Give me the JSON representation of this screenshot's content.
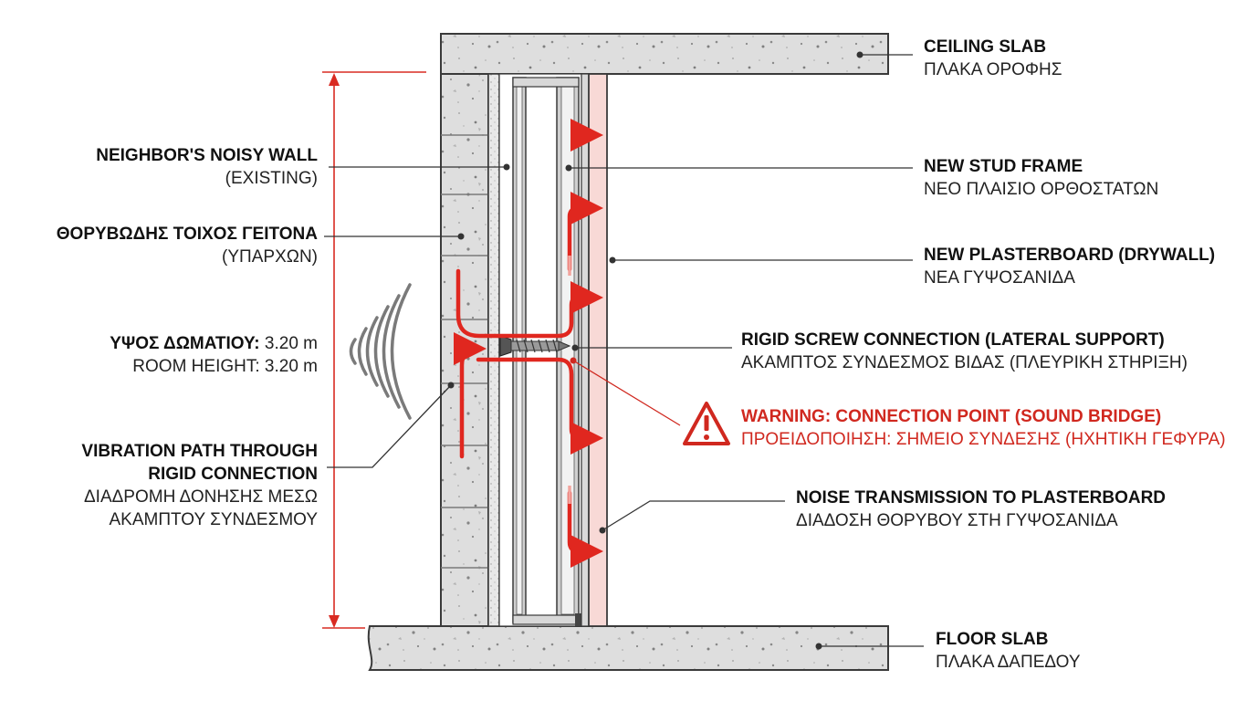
{
  "colors": {
    "concrete": "#dcdcdc",
    "concrete_dark": "#9a9a9a",
    "outline": "#3a3a3a",
    "stud": "#cfcfcf",
    "drywall": "#f7d6d2",
    "vibration_red": "#e0271f",
    "dimension_red": "#d92b22",
    "warning_red": "#d0281f"
  },
  "labels": {
    "ceiling_slab": {
      "en": "CEILING SLAB",
      "gr": "ΠΛΑΚΑ ΟΡΟΦΗΣ"
    },
    "neighbor_wall": {
      "en": "NEIGHBOR'S NOISY WALL",
      "en_sub": "(EXISTING)",
      "gr": "ΘΟΡΥΒΩΔΗΣ ΤΟΙΧΟΣ ΓΕΙΤΟΝΑ",
      "gr_sub": "(ΥΠΑΡΧΩΝ)"
    },
    "room_height": {
      "gr_bold": "ΥΨΟΣ ΔΩΜΑΤΙΟΥ:",
      "gr_value": " 3.20 m",
      "en": "ROOM HEIGHT: 3.20 m"
    },
    "vibration_path": {
      "en_1": "VIBRATION PATH THROUGH",
      "en_2": "RIGID CONNECTION",
      "gr_1": "ΔΙΑΔΡΟΜΗ ΔΟΝΗΣΗΣ ΜΕΣΩ",
      "gr_2": "ΑΚΑΜΠΤΟΥ ΣΥΝΔΕΣΜΟΥ"
    },
    "stud_frame": {
      "en": "NEW STUD FRAME",
      "gr": "ΝΕΟ ΠΛΑΙΣΙΟ ΟΡΘΟΣΤΑΤΩΝ"
    },
    "plasterboard": {
      "en": "NEW PLASTERBOARD (DRYWALL)",
      "gr": "ΝΕΑ ΓΥΨΟΣΑΝΙΔΑ"
    },
    "screw": {
      "en": "RIGID SCREW CONNECTION (LATERAL SUPPORT)",
      "gr": "ΑΚΑΜΠΤΟΣ ΣΥΝΔΕΣΜΟΣ ΒΙΔΑΣ (ΠΛΕΥΡΙΚΗ ΣΤΗΡΙΞΗ)"
    },
    "warning": {
      "en": "WARNING: CONNECTION POINT (SOUND BRIDGE)",
      "gr": "ΠΡΟΕΙΔΟΠΟΙΗΣΗ: ΣΗΜΕΙΟ ΣΥΝΔΕΣΗΣ (ΗΧΗΤΙΚΗ ΓΕΦΥΡΑ)",
      "icon": "warning-triangle-icon"
    },
    "noise_transmission": {
      "en": "NOISE TRANSMISSION TO PLASTERBOARD",
      "gr": "ΔΙΑΔΟΣΗ ΘΟΡΥΒΟΥ ΣΤΗ ΓΥΨΟΣΑΝΙΔΑ"
    },
    "floor_slab": {
      "en": "FLOOR SLAB",
      "gr": "ΠΛΑΚΑ ΔΑΠΕΔΟΥ"
    }
  },
  "icons": {
    "sound_waves": "sound-waves-icon",
    "screw": "screw-icon"
  }
}
